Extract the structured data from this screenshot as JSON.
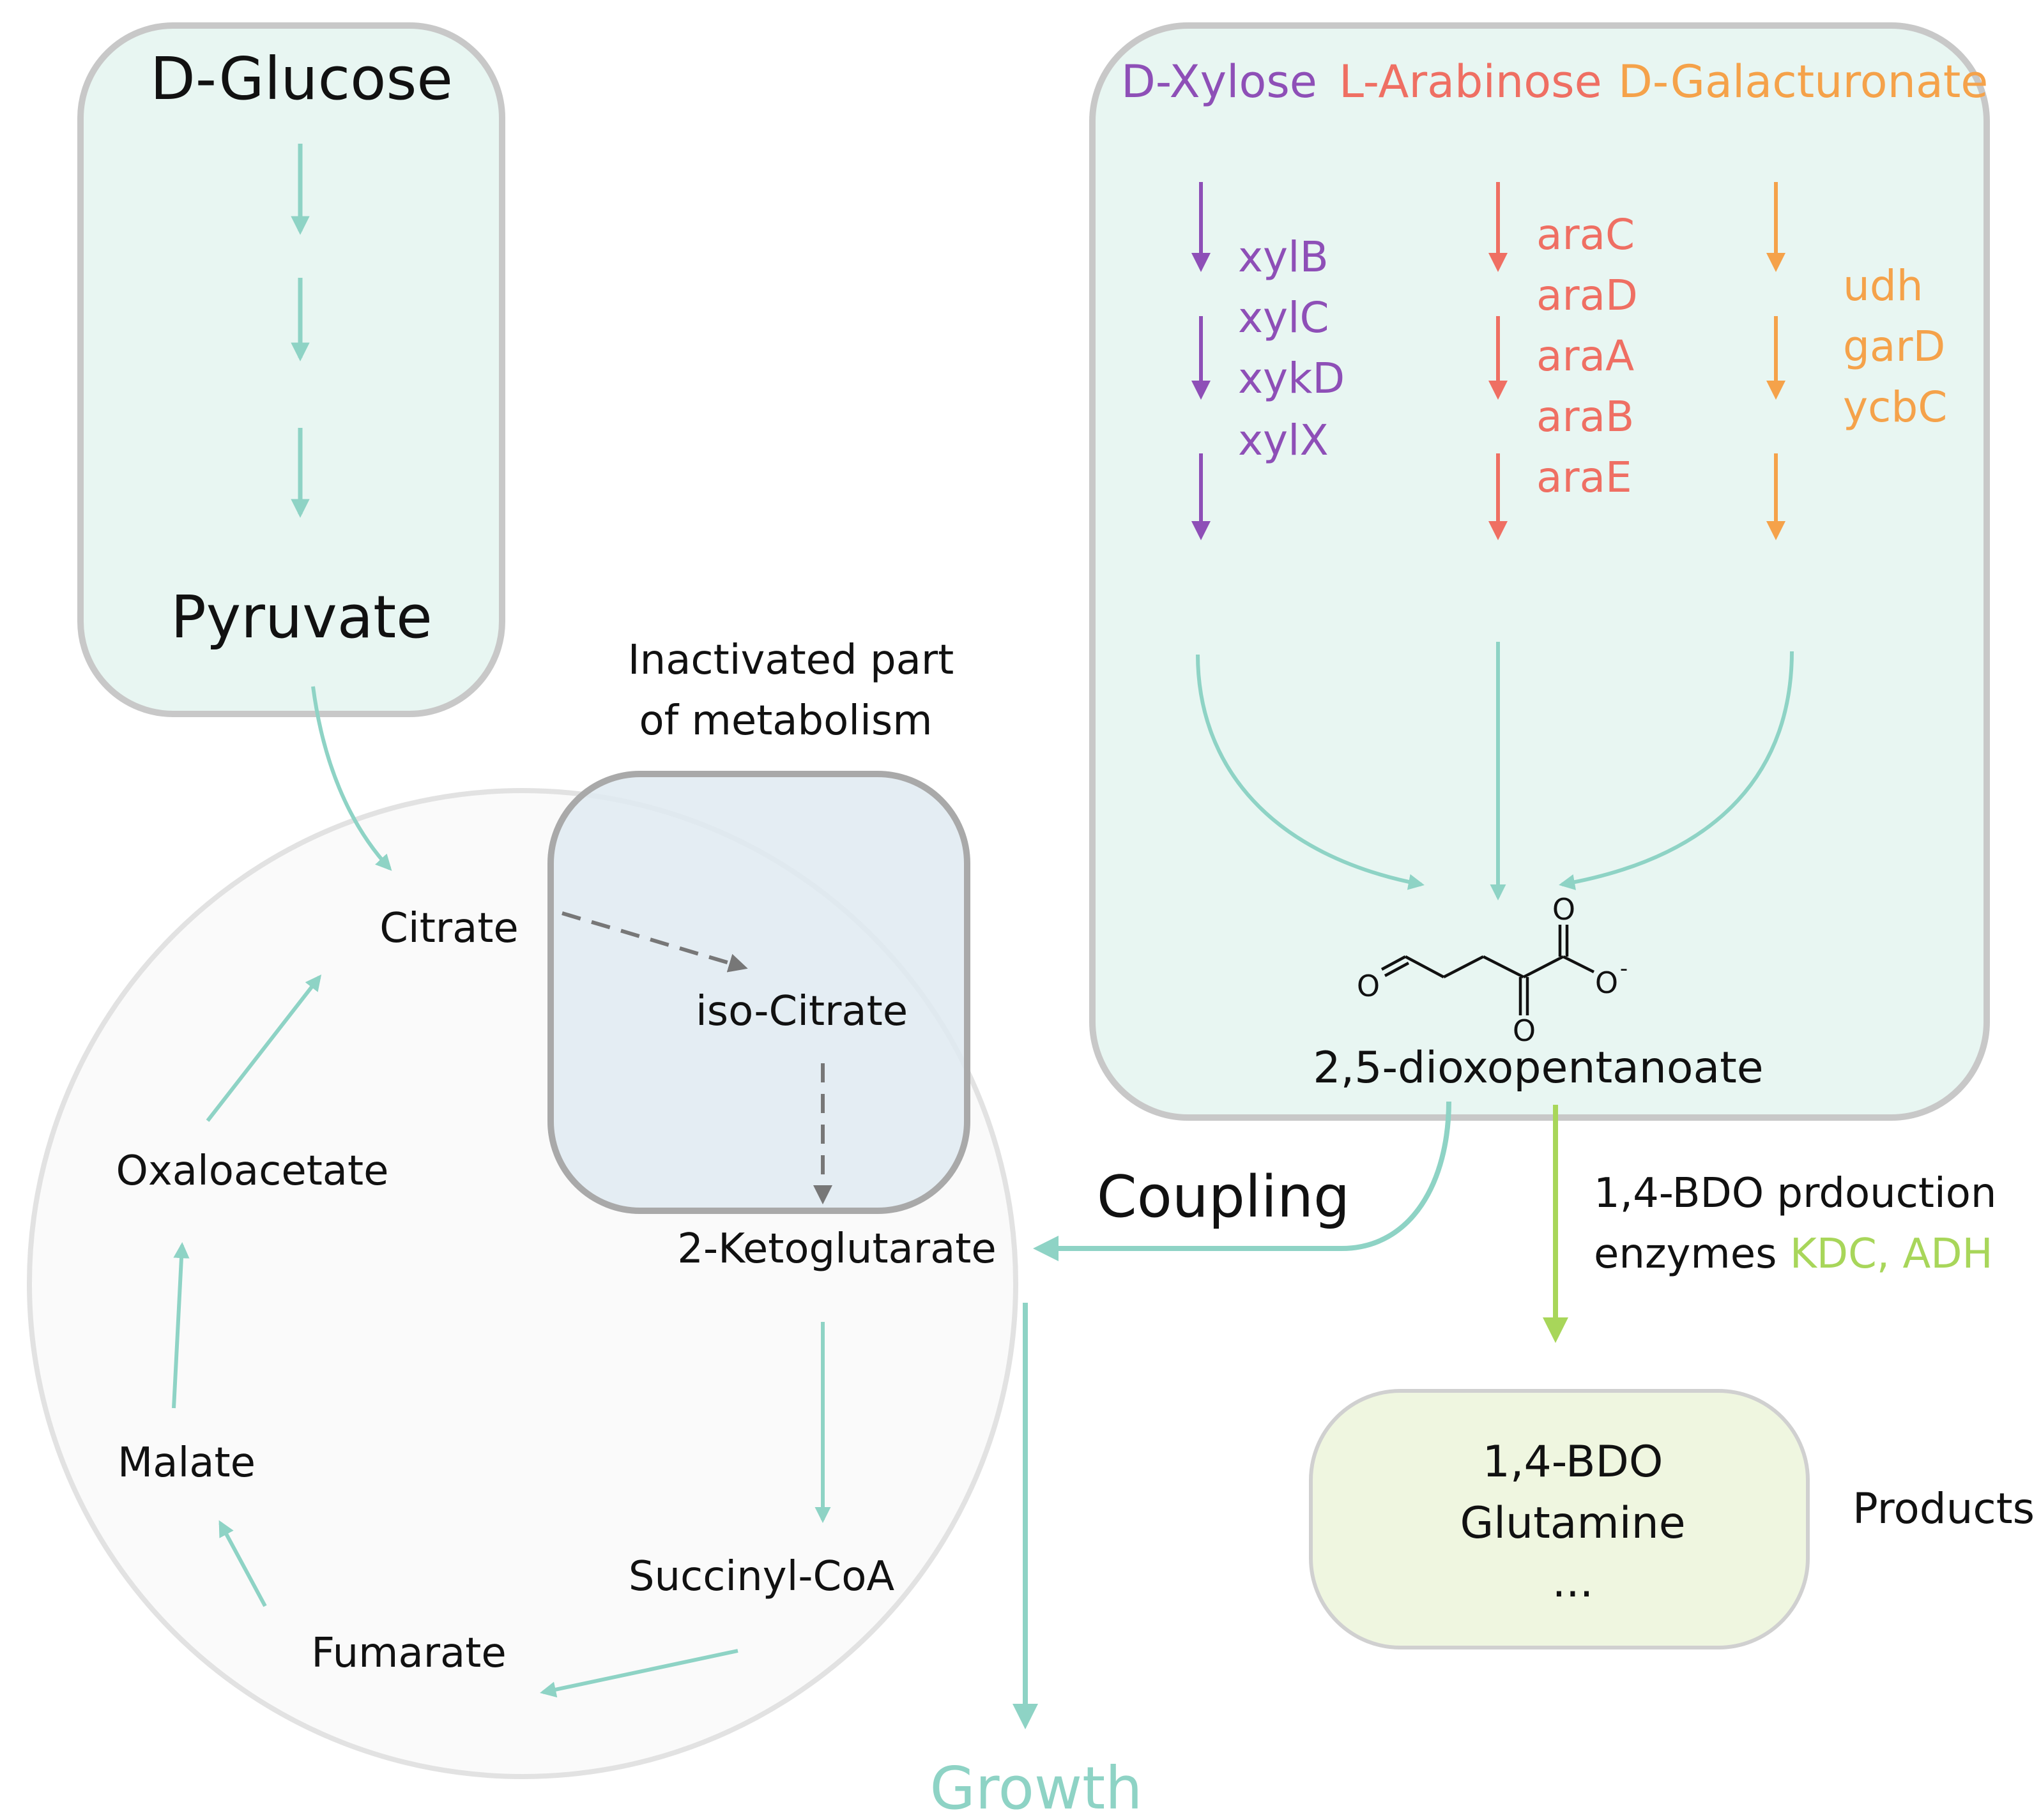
{
  "colors": {
    "teal": "#8ed3c5",
    "box_fill": "#e8f6f2",
    "box_stroke": "#c8c8c8",
    "cycle_fill": "#fafafa",
    "cycle_stroke": "#e2e2e2",
    "inactive_fill": "#dfeaf1",
    "inactive_stroke": "#a9a9a9",
    "gray_arrow": "#777777",
    "xylose": "#8e4fb7",
    "arabinose": "#ef6f63",
    "galacturonate": "#f5a24a",
    "green": "#a8d65a",
    "product_fill": "#eff6e0",
    "black": "#111111"
  },
  "glucose_box": {
    "substrate": "D-Glucose",
    "end_product": "Pyruvate"
  },
  "sugars_box": {
    "sugars": [
      "D-Xylose",
      "L-Arabinose",
      "D-Galacturonate"
    ],
    "xylose_genes": [
      "xylB",
      "xylC",
      "xykD",
      "xylX"
    ],
    "arabinose_genes": [
      "araC",
      "araD",
      "araA",
      "araB",
      "araE"
    ],
    "galacturonate_genes": [
      "udh",
      "garD",
      "ycbC"
    ],
    "molecule_label": "2,5-dioxopentanoate",
    "atom_labels": {
      "aldehyde_o": "O",
      "carboxyl_o": "O",
      "carboxylate_o": "O",
      "charge": "-",
      "keto_o": "O"
    }
  },
  "inactive": {
    "line1": "Inactivated part",
    "line2": "of metabolism"
  },
  "tca": {
    "citrate": "Citrate",
    "isocitrate": "iso-Citrate",
    "ketoglutarate": "2-Ketoglutarate",
    "succinyl": "Succinyl-CoA",
    "fumarate": "Fumarate",
    "malate": "Malate",
    "oxaloacetate": "Oxaloacetate"
  },
  "coupling": "Coupling",
  "growth": "Growth",
  "bdo": {
    "line1": "1,4-BDO prdouction",
    "line2_prefix": "enzymes",
    "line2_enzymes": "KDC, ADH"
  },
  "products_box": {
    "items": [
      "1,4-BDO",
      "Glutamine",
      "..."
    ],
    "label": "Products"
  }
}
